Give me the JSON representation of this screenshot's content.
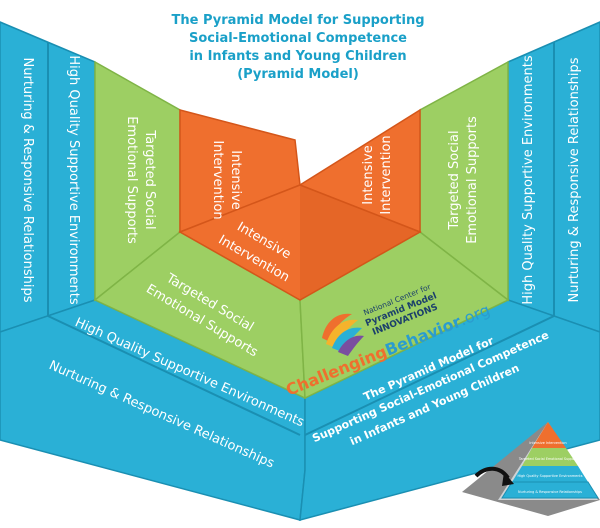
{
  "title": {
    "line1": "The Pyramid Model for Supporting",
    "line2": "Social-Emotional Competence",
    "line3": "in Infants and Young Children",
    "line4": "(Pyramid Model)"
  },
  "tiers": {
    "intensive": "Intensive Intervention",
    "intensive_l1": "Intensive",
    "intensive_l2": "Intervention",
    "targeted_l1": "Targeted Social",
    "targeted_l2": "Emotional Supports",
    "environments": "High Quality Supportive Environments",
    "relationships": "Nurturing & Responsive Relationships"
  },
  "logo": {
    "top_line1": "National Center for",
    "top_line2": "Pyramid Model",
    "top_line3": "INNOVATIONS",
    "brand_a": "Challenging",
    "brand_b": "Behavior",
    "brand_c": ".org"
  },
  "bottom_panel": {
    "line1": "The Pyramid Model for",
    "line2": "Supporting Social-Emotional Competence",
    "line3": "in Infants and Young Children"
  },
  "mini_pyramid": {
    "top": "Intensive Intervention",
    "mid": "Targeted Social Emotional Supports",
    "env": "High Quality Supportive Environments",
    "base": "Nurturing & Responsive Relationships"
  },
  "colors": {
    "blue": "#2ab0d6",
    "blue_dark": "#1a8fb2",
    "green": "#9dcf63",
    "green_dark": "#7fb446",
    "orange": "#ef6f2e",
    "orange_dark": "#d4561a",
    "title": "#1aa0c8"
  }
}
